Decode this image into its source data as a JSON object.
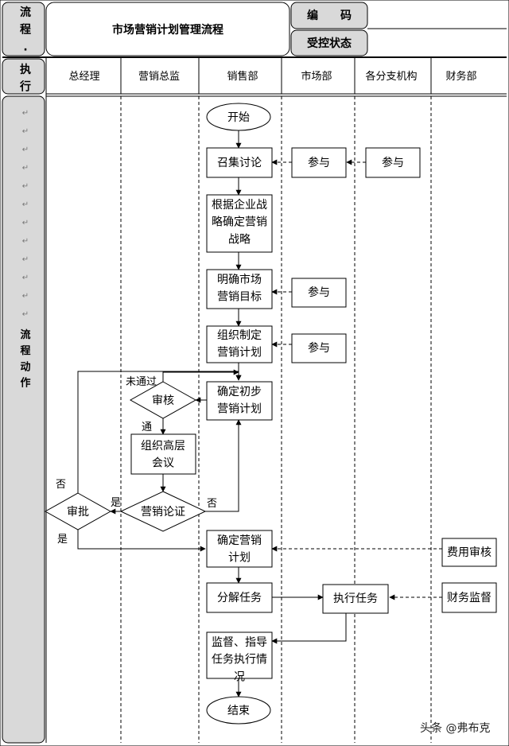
{
  "header": {
    "side_label": "流\n程\n.",
    "title": "市场营销计划管理流程",
    "code_label": "编　　码",
    "status_label": "受控状态"
  },
  "lanes_header": {
    "side_label": "执\n行",
    "lanes": [
      "总经理",
      "营销总监",
      "销售部",
      "市场部",
      "各分支机构",
      "财务部"
    ]
  },
  "left_column": {
    "vertical_label": "流\n程\n动\n作"
  },
  "nodes": {
    "start": "开始",
    "convene": "召集讨论",
    "participate1": "参与",
    "participate2": "参与",
    "strategy": "根据企业战\n略确定营销\n战略",
    "goal": "明确市场\n营销目标",
    "participate3": "参与",
    "plan": "组织制定\n营销计划",
    "participate4": "参与",
    "review": "审核",
    "initial_plan": "确定初步\n营销计划",
    "meeting": "组织高层\n会议",
    "argue": "营销论证",
    "approve": "审批",
    "final_plan": "确定营销\n计划",
    "cost_review": "费用审核",
    "split": "分解任务",
    "execute": "执行任务",
    "finance_supervise": "财务监督",
    "monitor": "监督、指导\n任务执行情\n况",
    "end": "结束"
  },
  "edge_labels": {
    "not_pass": "未通过",
    "pass": "通",
    "no_left": "否",
    "yes_upper": "是",
    "no_right": "否",
    "yes_lower": "是"
  },
  "watermark": "头条 @弗布克"
}
